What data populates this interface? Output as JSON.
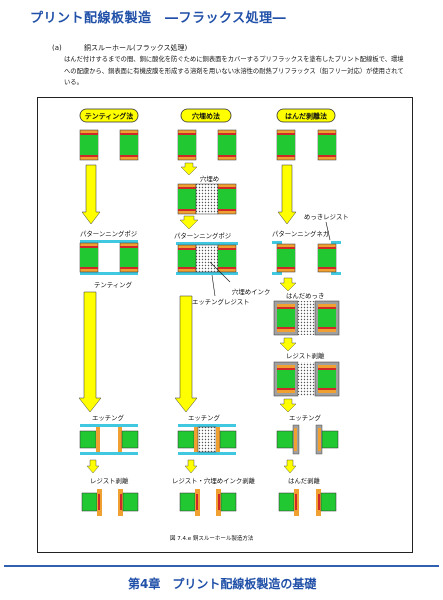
{
  "header": {
    "title": "プリント配線板製造　―フラックス処理―"
  },
  "intro": {
    "marker": "(a)",
    "subtitle": "銅スルーホール(フラックス処理)",
    "body": "はんだ付けするまでの間、銅に酸化を防ぐために銅表面をカバーするプリフラックスを塗布したプリント配線板で、環境への配慮から、銅表面に有機皮膜を形成する溶剤を用いない水溶性の耐熱プリフラックス（鉛フリー対応）が使用されている。"
  },
  "diagram": {
    "columns": [
      {
        "header": "テンティング法",
        "steps": [
          "パターンニングポジ",
          "テンティング",
          "エッチング",
          "レジスト剥離"
        ]
      },
      {
        "header": "穴埋め法",
        "steps": [
          "穴埋め",
          "パターンニングポジ",
          "穴埋めインク",
          "エッチングレジスト",
          "エッチング",
          "レジスト・穴埋めインク剥離"
        ]
      },
      {
        "header": "はんだ剥離法",
        "steps": [
          "めっきレジスト",
          "パターンニングネガ",
          "はんだめっき",
          "レジスト剥離",
          "エッチング",
          "はんだ剥離"
        ]
      }
    ],
    "caption": "図 7.4.e 銅スルーホール製造方法",
    "colors": {
      "copper": "#f0a030",
      "substrate": "#22c832",
      "resist": "#d02828",
      "film": "#40c8e0",
      "arrow": "#ffff00",
      "solder": "#a0a0a0"
    }
  },
  "footer": {
    "chapter": "第4章　プリント配線板製造の基礎"
  }
}
